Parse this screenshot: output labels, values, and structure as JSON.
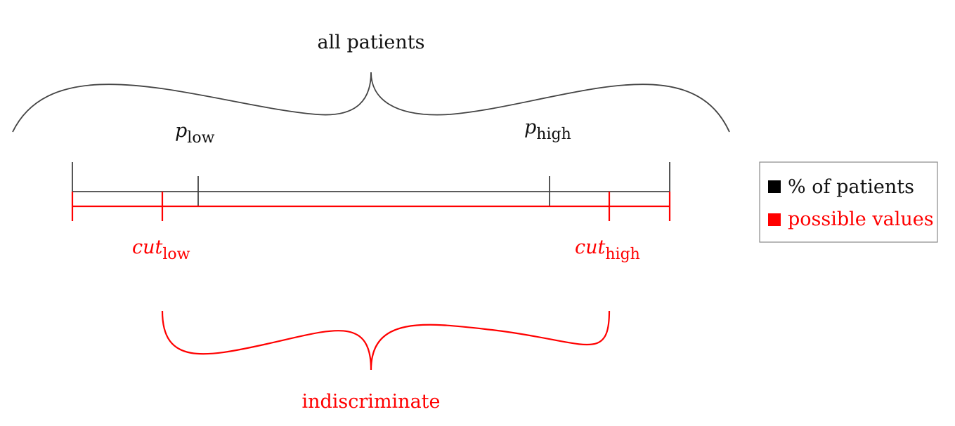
{
  "labels": {
    "top_brace": "all patients",
    "p_low": {
      "base": "p",
      "sub": "low"
    },
    "p_high": {
      "base": "p",
      "sub": "high"
    },
    "cut_low": {
      "base": "cut",
      "sub": "low"
    },
    "cut_high": {
      "base": "cut",
      "sub": "high"
    },
    "bottom_brace": "indiscriminate"
  },
  "legend": {
    "items": [
      {
        "label": "% of patients",
        "color": "#000000"
      },
      {
        "label": "possible values",
        "color": "#ff0000"
      }
    ]
  },
  "colors": {
    "black_line": "#444444",
    "red": "#ff0000",
    "legend_border": "#888888"
  }
}
